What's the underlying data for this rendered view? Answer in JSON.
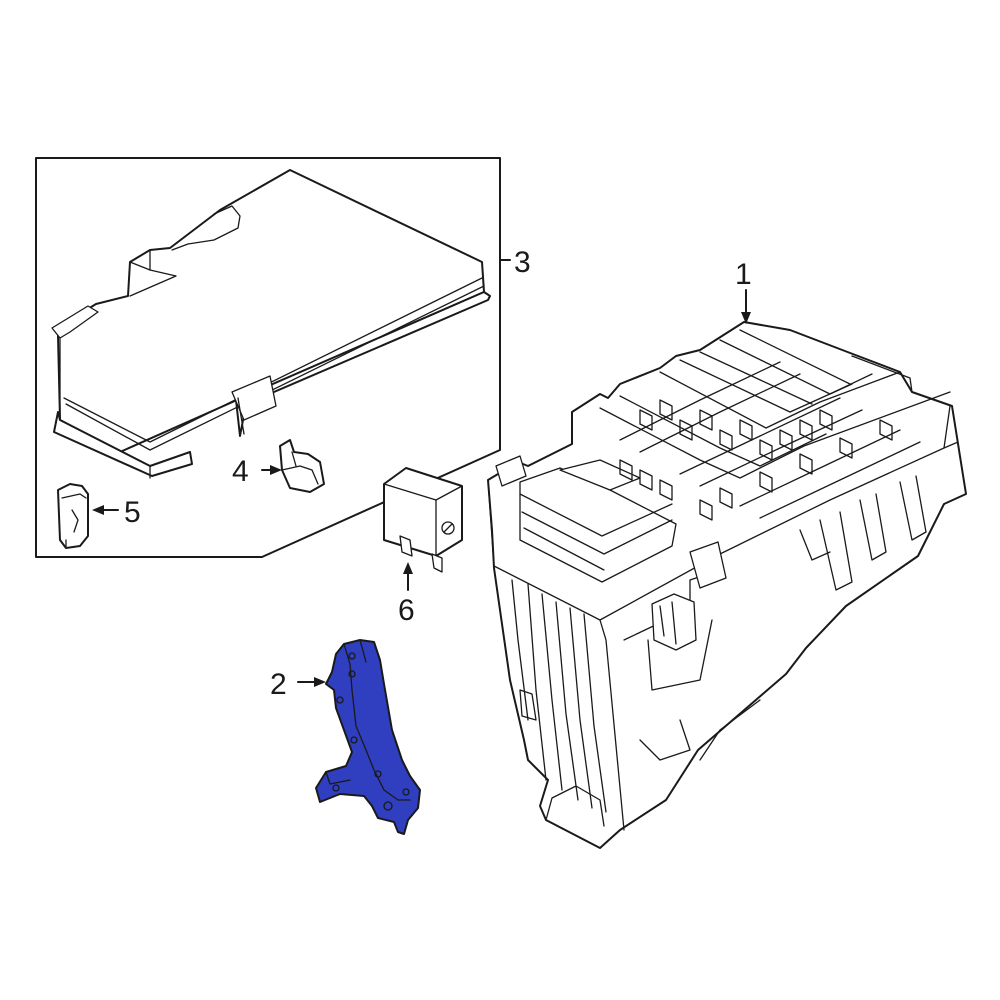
{
  "diagram": {
    "highlight_color": "#2f3fc0",
    "line_color": "#1a1a1a",
    "callouts": [
      {
        "id": "1",
        "text": "1"
      },
      {
        "id": "2",
        "text": "2"
      },
      {
        "id": "3",
        "text": "3"
      },
      {
        "id": "4",
        "text": "4"
      },
      {
        "id": "5",
        "text": "5"
      },
      {
        "id": "6",
        "text": "6"
      }
    ]
  }
}
